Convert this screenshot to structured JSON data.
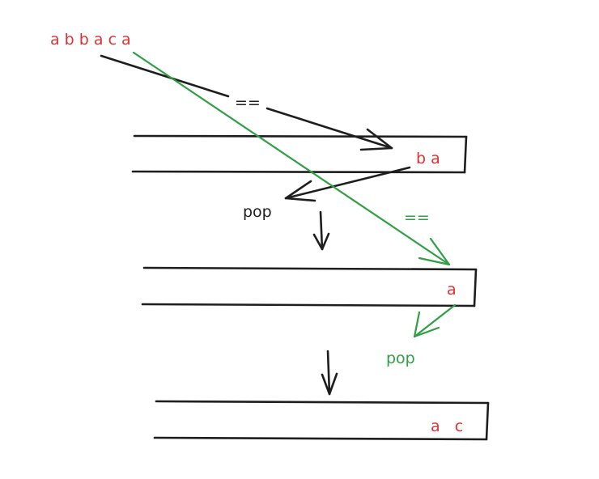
{
  "input_string": "a b b a c a",
  "stack_1": {
    "contents": "b  a"
  },
  "stack_2": {
    "contents": "a"
  },
  "stack_3": {
    "contents": "a   c"
  },
  "labels": {
    "compare_black": "==",
    "pop_black": "pop",
    "compare_green": "==",
    "pop_green": "pop"
  },
  "colors": {
    "ink": "#1e1e1e",
    "letters": "#e03131",
    "second_pass": "#2f9e44"
  }
}
